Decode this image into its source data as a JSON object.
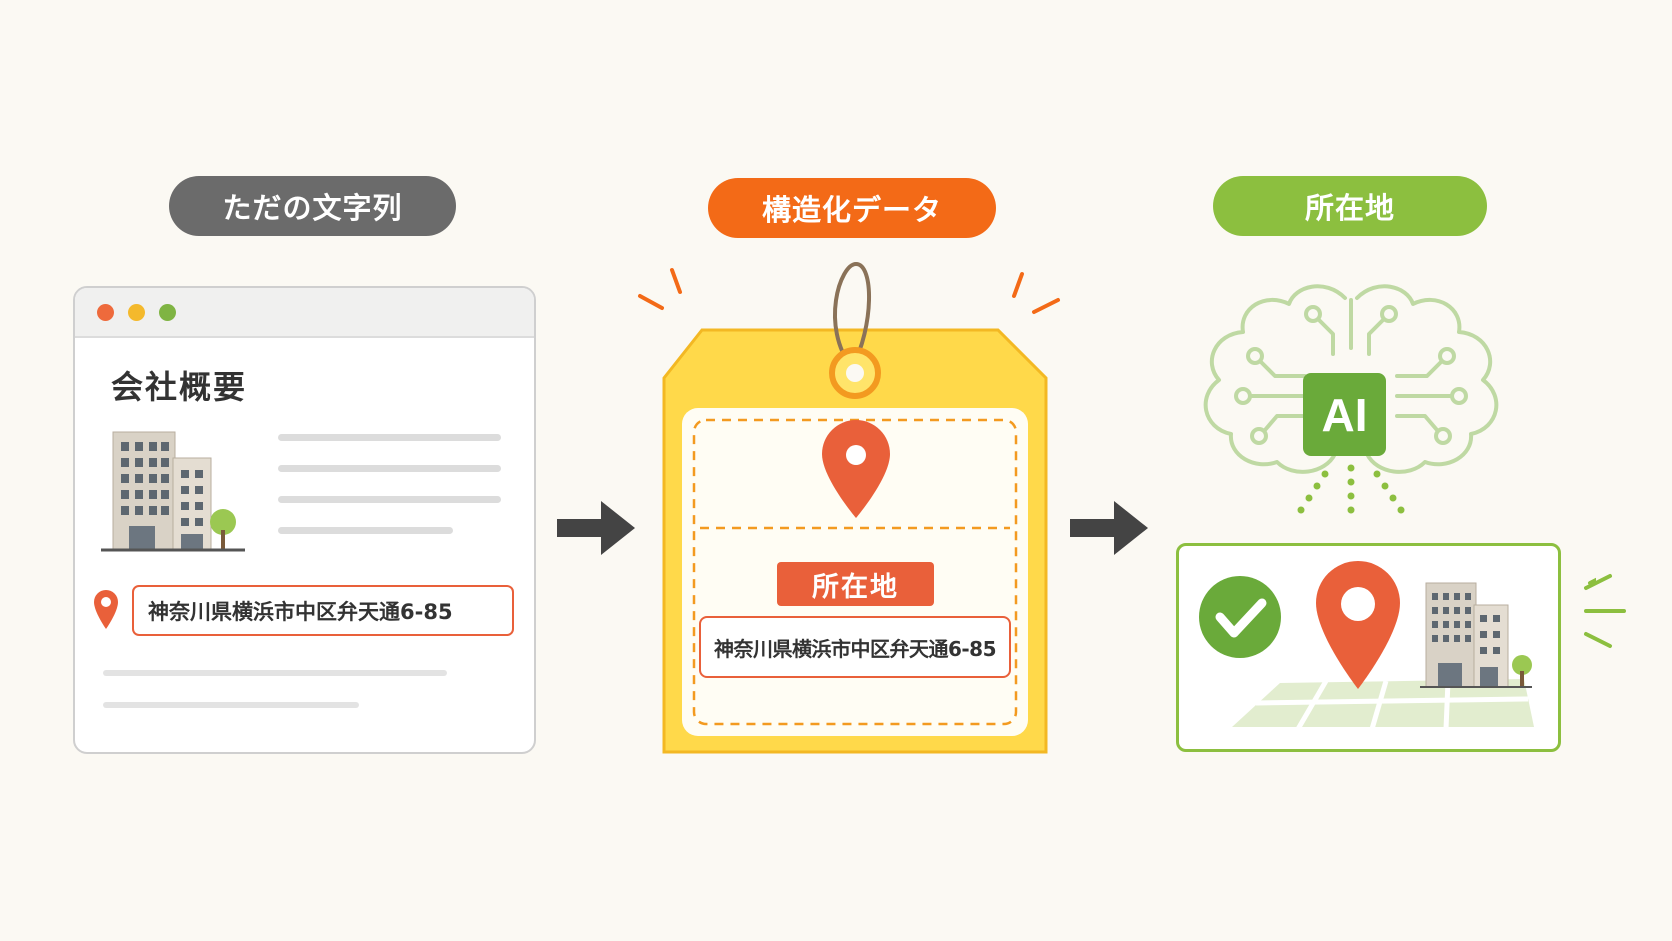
{
  "labels": {
    "plain_text": "ただの文字列",
    "structured_data": "構造化データ",
    "location": "所在地"
  },
  "webpage": {
    "heading": "会社概要",
    "address": "神奈川県横浜市中区弁天通6-85"
  },
  "tag": {
    "field_label": "所在地",
    "address": "神奈川県横浜市中区弁天通6-85"
  },
  "ai": {
    "badge": "AI"
  },
  "colors": {
    "gray": "#6b6b6b",
    "orange": "#f36a17",
    "green": "#8cbf3f",
    "tag_yellow": "#ffd94a",
    "pin": "#e9603a"
  }
}
